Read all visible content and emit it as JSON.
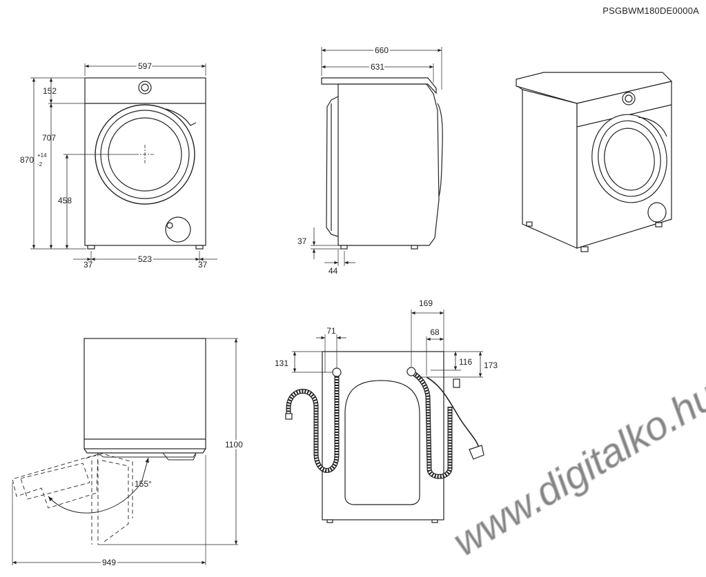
{
  "model_code": "PSGBWM180DE0000A",
  "watermark": "www.digitalko.hu",
  "front_view": {
    "width": "597",
    "top_panel": "152",
    "below_panel": "707",
    "total_height": "870",
    "tolerance_plus": "+14",
    "tolerance_minus": "-2",
    "door_center_height": "458",
    "left_offset": "37",
    "foot_span": "523",
    "right_offset": "37"
  },
  "side_view": {
    "depth_total": "660",
    "depth_body": "631",
    "foot_height": "37",
    "foot_setback": "44"
  },
  "top_view": {
    "height_open_lid": "1100",
    "depth_open_door": "949",
    "door_angle": "155°"
  },
  "rear_view": {
    "inlet_x": "71",
    "inlet_y": "131",
    "drain_x": "169",
    "cable_x": "68",
    "cable_y": "116",
    "drain_y": "173"
  }
}
